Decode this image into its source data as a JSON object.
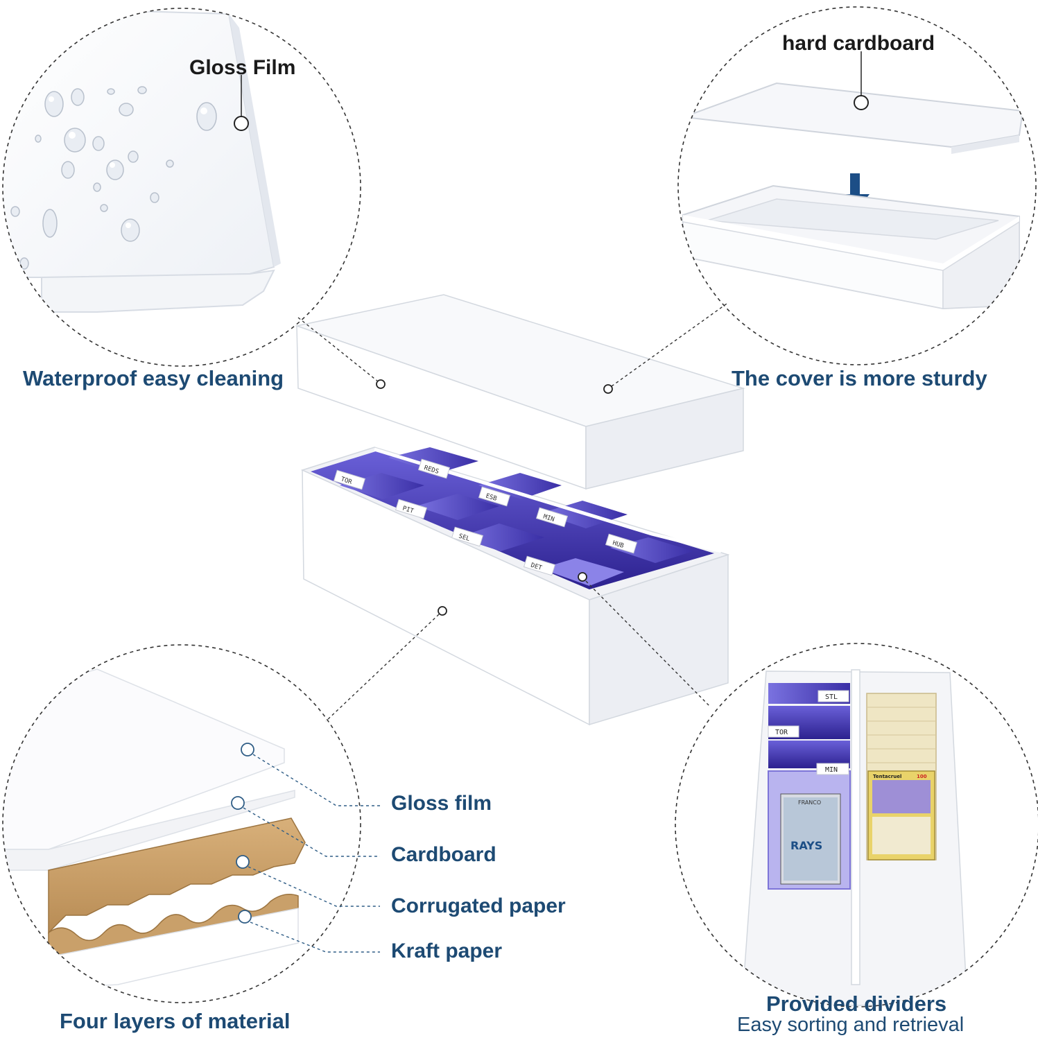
{
  "callouts": {
    "gloss_film_top": "Gloss Film",
    "hard_cardboard": "hard cardboard"
  },
  "captions": {
    "waterproof": "Waterproof easy cleaning",
    "cover": "The cover is more sturdy",
    "four_layers": "Four layers of material",
    "dividers_title": "Provided dividers",
    "dividers_sub": "Easy sorting and retrieval"
  },
  "layers": [
    {
      "label": "Gloss film"
    },
    {
      "label": "Cardboard"
    },
    {
      "label": "Corrugated paper"
    },
    {
      "label": "Kraft paper"
    }
  ],
  "tabs": {
    "box": [
      "TOR",
      "REDS",
      "PIT",
      "ESB",
      "SEL",
      "MIN",
      "DET",
      "HUB"
    ],
    "divider_view": [
      "STL",
      "TOR",
      "MIN"
    ]
  },
  "cards": {
    "baseball_name": "FRANCO",
    "baseball_team": "RAYS",
    "pokemon_name": "Tentacruel",
    "pokemon_hp": "100"
  },
  "colors": {
    "caption_blue": "#1d4a73",
    "sleeve_purple": "#3a2fa6",
    "kraft": "#c9a06a",
    "arrow_blue": "#1c4e86"
  }
}
